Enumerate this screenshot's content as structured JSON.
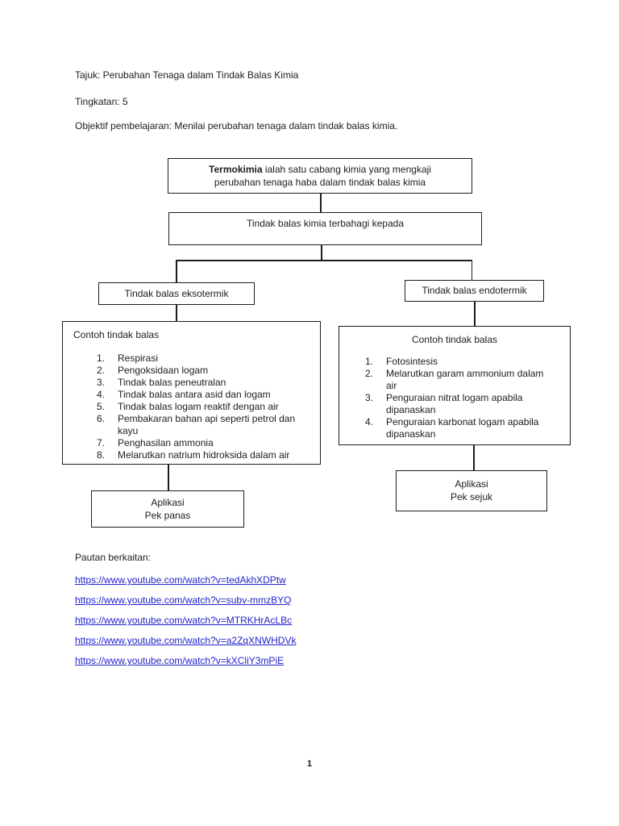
{
  "header": {
    "tajuk": "Tajuk: Perubahan Tenaga dalam Tindak Balas Kimia",
    "tingkatan": "Tingkatan: 5",
    "objektif": "Objektif pembelajaran: Menilai perubahan tenaga dalam tindak balas kimia."
  },
  "flowchart": {
    "definition": {
      "bold": "Termokimia",
      "rest": " ialah satu cabang kimia yang mengkaji perubahan tenaga haba dalam tindak balas kimia"
    },
    "split": "Tindak balas kimia terbahagi kepada",
    "eksotermik": "Tindak balas eksotermik",
    "endotermik": "Tindak balas endotermik",
    "contoh_eksotermik": {
      "title": "Contoh tindak balas",
      "items": [
        "Respirasi",
        "Pengoksidaan logam",
        "Tindak balas peneutralan",
        "Tindak balas antara asid dan logam",
        "Tindak balas logam reaktif dengan air",
        "Pembakaran bahan api seperti petrol dan kayu",
        "Penghasilan ammonia",
        "Melarutkan natrium hidroksida dalam air"
      ]
    },
    "contoh_endotermik": {
      "title": "Contoh tindak balas",
      "items": [
        "Fotosintesis",
        "Melarutkan garam ammonium dalam air",
        "Penguraian nitrat logam apabila dipanaskan",
        "Penguraian karbonat logam apabila dipanaskan"
      ]
    },
    "aplikasi_eksotermik": {
      "line1": "Aplikasi",
      "line2": "Pek panas"
    },
    "aplikasi_endotermik": {
      "line1": "Aplikasi",
      "line2": "Pek sejuk"
    }
  },
  "links": {
    "label": "Pautan berkaitan:",
    "urls": [
      "https://www.youtube.com/watch?v=tedAkhXDPtw",
      "https://www.youtube.com/watch?v=subv-mmzBYQ",
      "https://www.youtube.com/watch?v=MTRKHrAcLBc",
      "https://www.youtube.com/watch?v=a2ZqXNWHDVk",
      "https://www.youtube.com/watch?v=kXCliY3mPiE"
    ]
  },
  "footer": {
    "page_number": "1"
  },
  "colors": {
    "link": "#2323cc",
    "ink": "#1d1d1d",
    "page_background": "#ffffff"
  }
}
